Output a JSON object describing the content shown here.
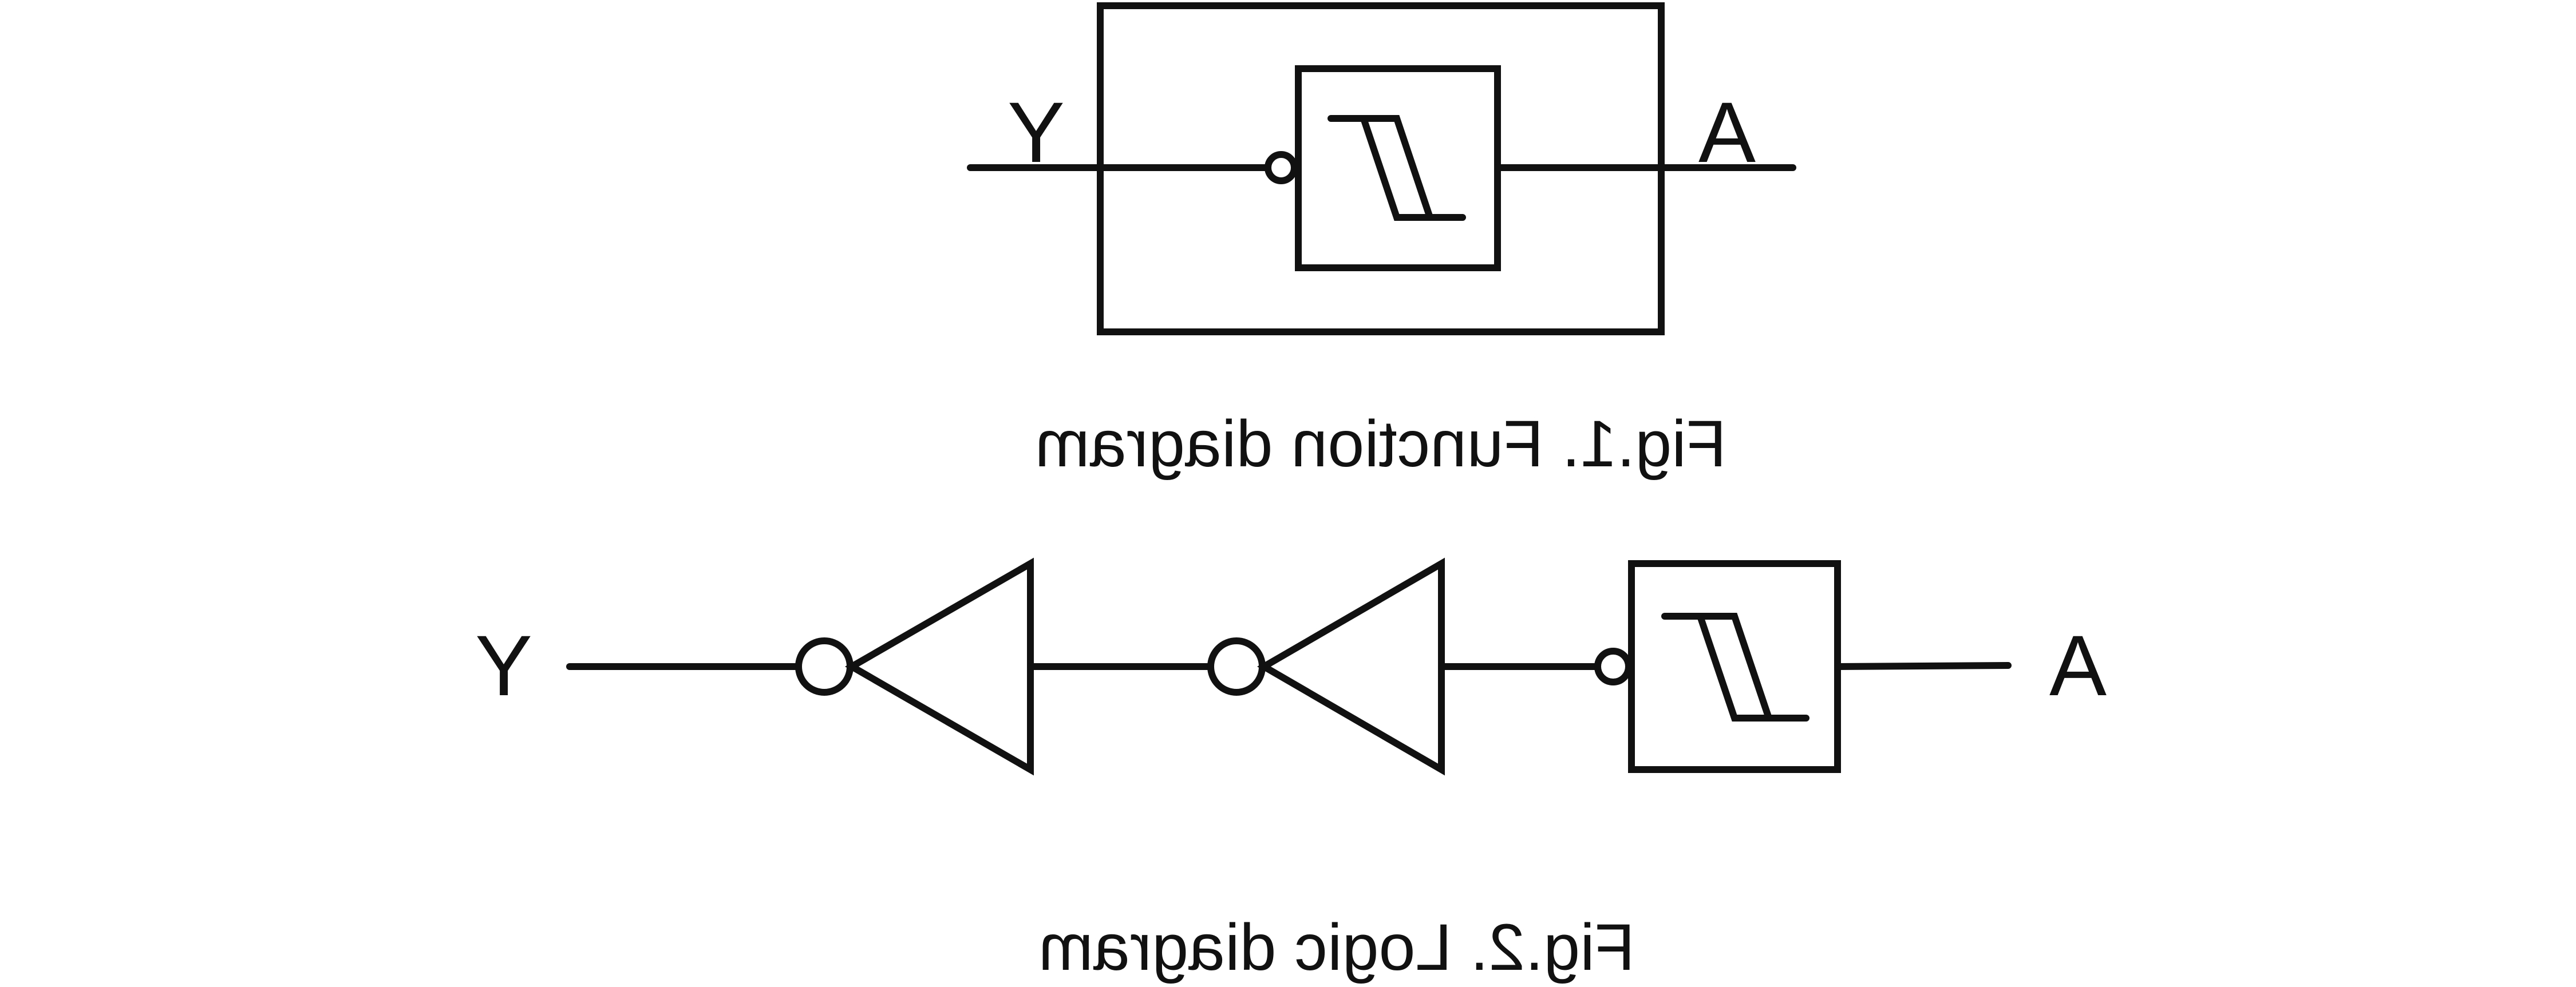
{
  "fig1": {
    "caption": "Fig.1. Function diagram",
    "output_label": "Y",
    "input_label": "A"
  },
  "fig2": {
    "caption": "Fig.2. Logic diagram",
    "output_label": "Y",
    "input_label": "A"
  },
  "colors": {
    "line": "#111111",
    "background": "#ffffff"
  }
}
